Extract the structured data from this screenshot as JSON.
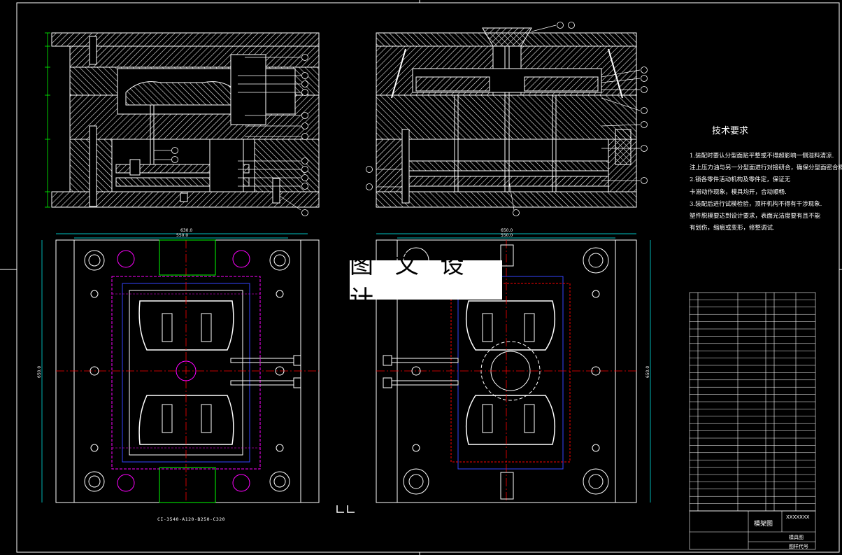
{
  "banner": {
    "text": "图 文 设 计"
  },
  "tech": {
    "title": "技术要求",
    "lines": [
      "1.装配时要认分型面贴平整或不得超影响一侧溢料清凉.",
      "注上压力油与另一分型面进行对接研合，确保分型面密合精良.",
      "2.锁各零件活动机构及零件定，保证无",
      "卡滞动作现象，模具均开，合动顺畅.",
      "3.装配后进行试模检验，顶杆机构不得有干涉现象.",
      "塑件脱模要达到设计要求，表面光洁度要有且不能",
      "有划伤，缩痕或变形，修整调试."
    ]
  },
  "caption": "CI-3540-A120-B250-C320",
  "dims": {
    "top_left_width": "630.0",
    "top_left_inner": "550.0",
    "top_right_width": "650.0",
    "top_right_inner": "550.0",
    "left_height": "650.0",
    "right_height": "650.0"
  },
  "titleblock": {
    "title": "模架图",
    "code": "XXXXXXX",
    "scale": "模具图",
    "drawing_no": "图样代号"
  },
  "colors": {
    "background": "#000000",
    "lines": "#ffffff",
    "hatch": "#ffffff",
    "dimension": "#00ffff",
    "cooling": "#ff0000",
    "blue": "#3344ff",
    "magenta": "#ff00ff",
    "yellow": "#ffff00",
    "green": "#00ff00"
  }
}
